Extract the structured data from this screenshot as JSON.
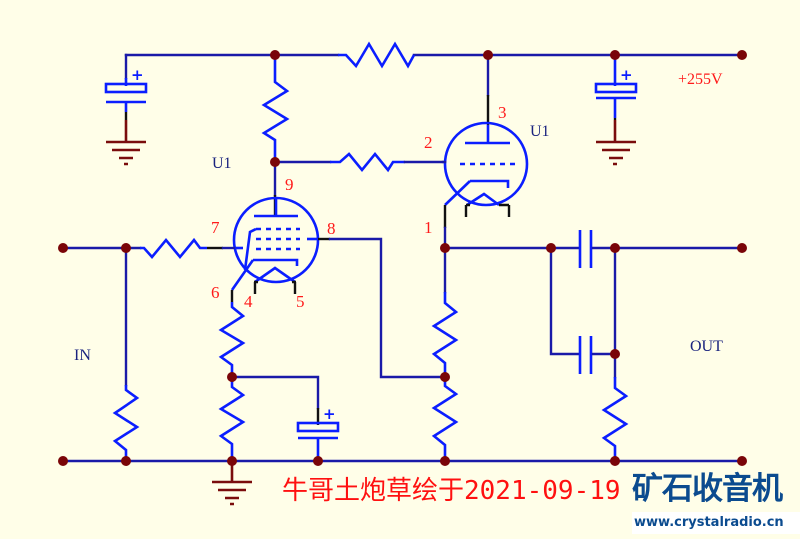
{
  "diagram": {
    "type": "vacuum tube amplifier schematic",
    "supply_label": "+255V",
    "input_label": "IN",
    "output_label": "OUT",
    "tubes": [
      {
        "ref": "U1",
        "kind": "pentode",
        "pins": {
          "plate": "9",
          "grid": "7",
          "screen": "8",
          "cathode": "6",
          "heater_a": "4",
          "heater_b": "5"
        }
      },
      {
        "ref": "U1",
        "kind": "triode",
        "pins": {
          "plate": "3",
          "grid": "2",
          "cathode": "1"
        }
      }
    ],
    "polarity_mark": "+",
    "caption": "牛哥土炮草绘于2021-09-19",
    "watermark": {
      "title": "矿石收音机",
      "url": "www.crystalradio.cn"
    }
  },
  "colors": {
    "background": "#FFFEE8",
    "wire": "#1a1aa8",
    "component": "#0b1eff",
    "junction": "#7a0508",
    "pin_label": "#ff1a1a",
    "net_label": "#1a237e",
    "ground": "#7a0c0c",
    "caption": "#ff1010",
    "watermark": "#0b4b8f"
  }
}
